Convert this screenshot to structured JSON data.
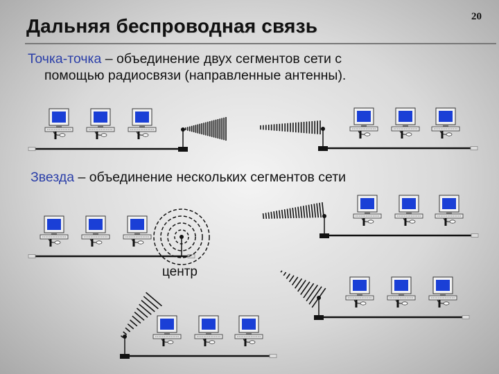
{
  "slide": {
    "title": "Дальняя беспроводная связь",
    "page_number": "20"
  },
  "point_to_point": {
    "term": "Точка-точка",
    "rest_line1": " – объединение двух сегментов сети с",
    "line2": "помощью радиосвязи (направленные антенны)."
  },
  "star": {
    "term": "Звезда",
    "rest": " – объединение нескольких сегментов сети",
    "center_label": "центр"
  },
  "colors": {
    "heading_accent": "#2b3fa8",
    "monitor_screen": "#1a3fd6",
    "cable": "#111111"
  },
  "icons": [
    "computer-icon",
    "directional-antenna-icon",
    "omni-antenna-icon",
    "cable-terminator-icon"
  ]
}
